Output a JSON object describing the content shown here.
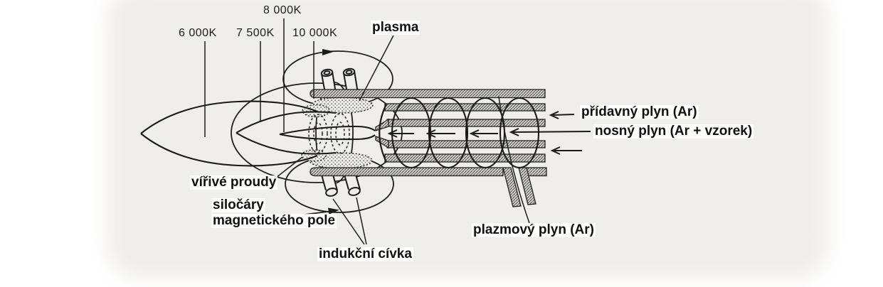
{
  "diagram": {
    "title_labels": {
      "plasma": "plasma",
      "eddy_currents": "vířivé proudy",
      "field_lines_line1": "siločáry",
      "field_lines_line2": "magnetického pole",
      "induction_coil": "indukční cívka",
      "plasma_gas": "plazmový plyn (Ar)",
      "auxiliary_gas": "přídavný plyn (Ar)",
      "carrier_gas": "nosný plyn (Ar + vzorek)"
    },
    "temperatures": {
      "t8000": "8 000K",
      "t6000": "6 000K",
      "t7500": "7 500K",
      "t10000": "10 000K"
    },
    "colors": {
      "ink": "#1b1b1b",
      "scan_background": "#f0eeea",
      "tube_hatch_fill": "#d9d7d3",
      "tube_hatch_line": "#4a4a4a",
      "stipple_dot": "#666666"
    }
  }
}
